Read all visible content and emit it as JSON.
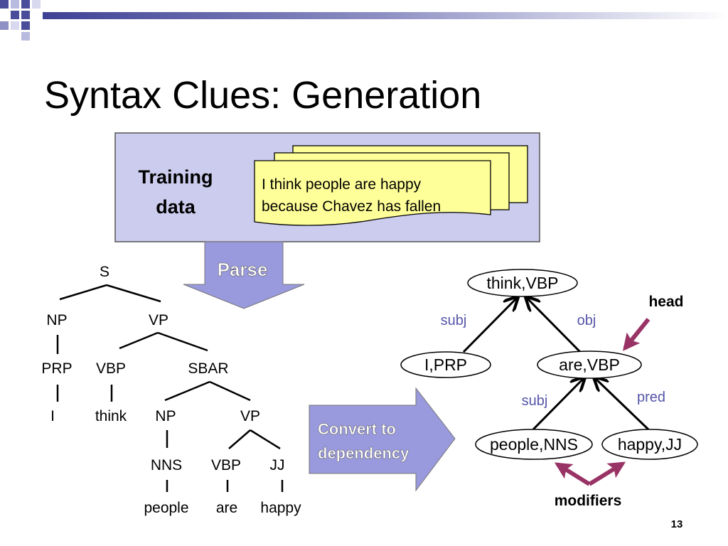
{
  "slide": {
    "title": "Syntax Clues: Generation",
    "page_number": "13"
  },
  "training_box": {
    "label_line1": "Training",
    "label_line2": "data",
    "doc_line1": "I think people are happy",
    "doc_line2": "because Chavez has fallen"
  },
  "parse_arrow": {
    "label": "Parse"
  },
  "convert_arrow": {
    "label_line1": "Convert to",
    "label_line2": "dependency"
  },
  "parse_tree": {
    "s": "S",
    "np1": "NP",
    "vp1": "VP",
    "prp": "PRP",
    "vbp1": "VBP",
    "sbar": "SBAR",
    "i": "I",
    "think": "think",
    "np2": "NP",
    "vp2": "VP",
    "nns": "NNS",
    "vbp2": "VBP",
    "jj": "JJ",
    "people": "people",
    "are": "are",
    "happy": "happy"
  },
  "dependency": {
    "root": "think,VBP",
    "subj_node": "I,PRP",
    "obj_node": "are,VBP",
    "subj2_node": "people,NNS",
    "pred_node": "happy,JJ",
    "label_subj1": "subj",
    "label_obj": "obj",
    "label_subj2": "subj",
    "label_pred": "pred",
    "head_label": "head",
    "modifiers_label": "modifiers"
  },
  "colors": {
    "header_bar": "#4a4e9a",
    "box_fill": "#ccccee",
    "doc_fill": "#ffff99",
    "arrow_fill": "#9999dd",
    "label_blue": "#5555aa",
    "accent_purple": "#993366"
  }
}
